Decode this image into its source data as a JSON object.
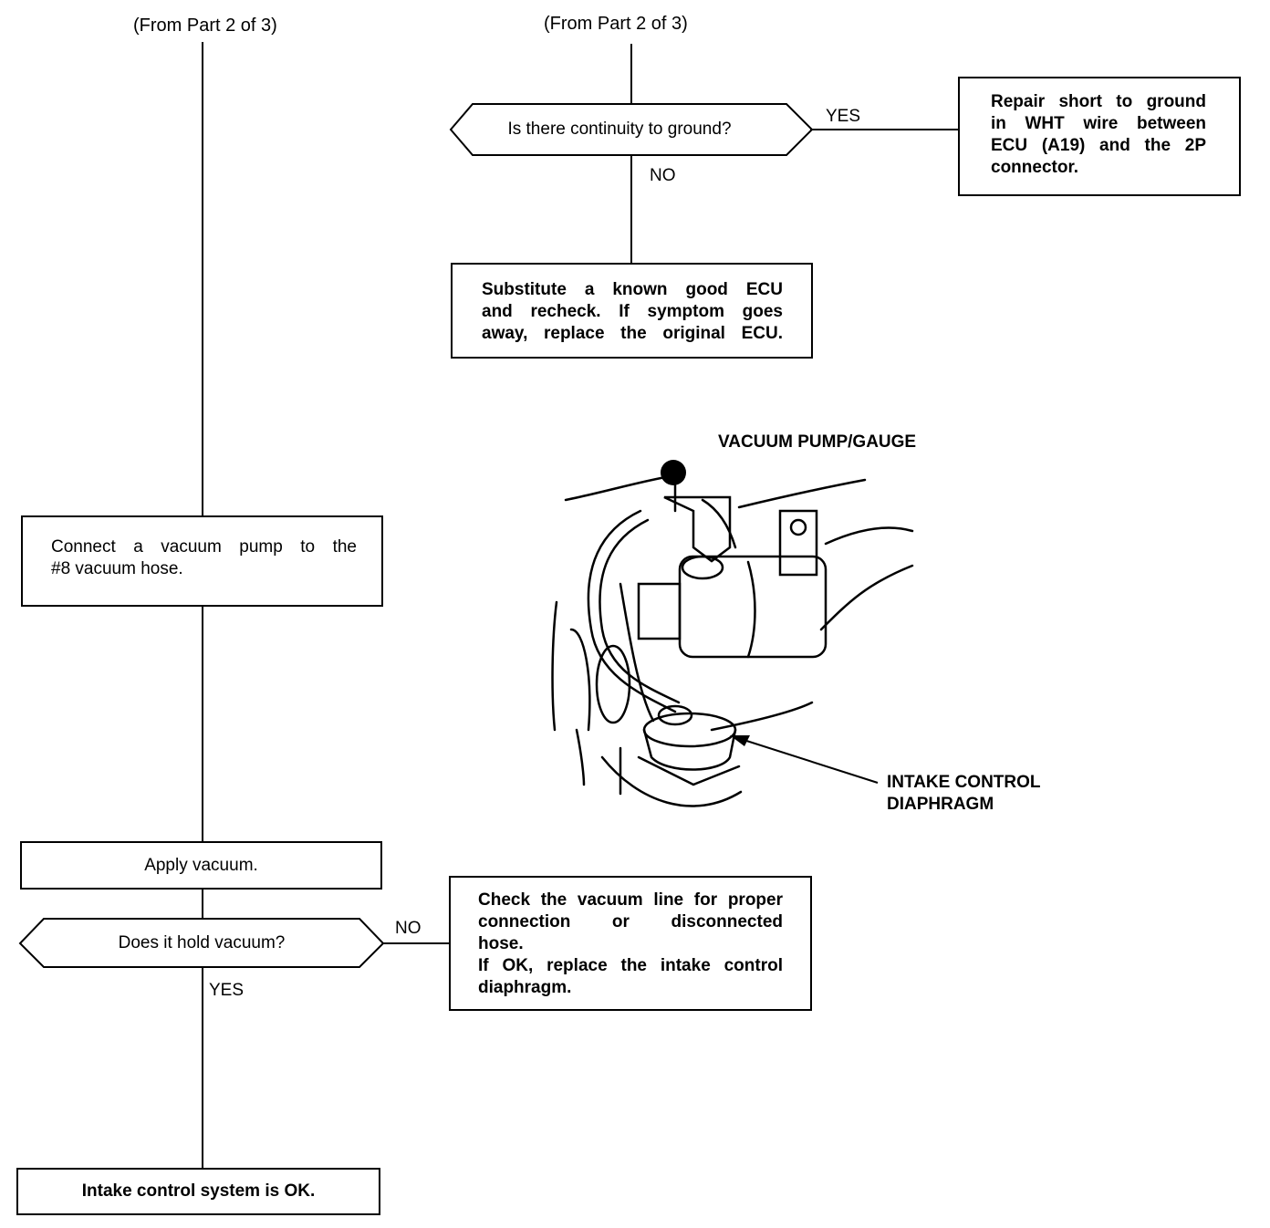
{
  "left_column": {
    "from_label": "(From Part 2 of 3)",
    "connect_box": [
      "Connect a vacuum pump to the",
      "#8 vacuum hose."
    ],
    "apply_box": "Apply vacuum.",
    "decision": "Does it hold vacuum?",
    "no_label": "NO",
    "yes_label": "YES",
    "result_box": "Intake control system is OK."
  },
  "right_column": {
    "from_label": "(From Part 2 of 3)",
    "decision": "Is there continuity to ground?",
    "yes_label": "YES",
    "no_label": "NO",
    "repair_box": [
      "Repair short to ground",
      "in WHT wire between",
      "ECU (A19) and the 2P",
      "connector."
    ],
    "substitute_box": [
      "Substitute a known good ECU",
      "and recheck. If symptom goes",
      "away, replace the original ECU."
    ]
  },
  "check_box": [
    "Check the vacuum line for proper",
    "connection or disconnected",
    "hose.",
    "If OK, replace the intake control",
    "diaphragm."
  ],
  "illustration": {
    "pump_label": "VACUUM PUMP/GAUGE",
    "diaphragm_label": [
      "INTAKE CONTROL",
      "DIAPHRAGM"
    ]
  }
}
